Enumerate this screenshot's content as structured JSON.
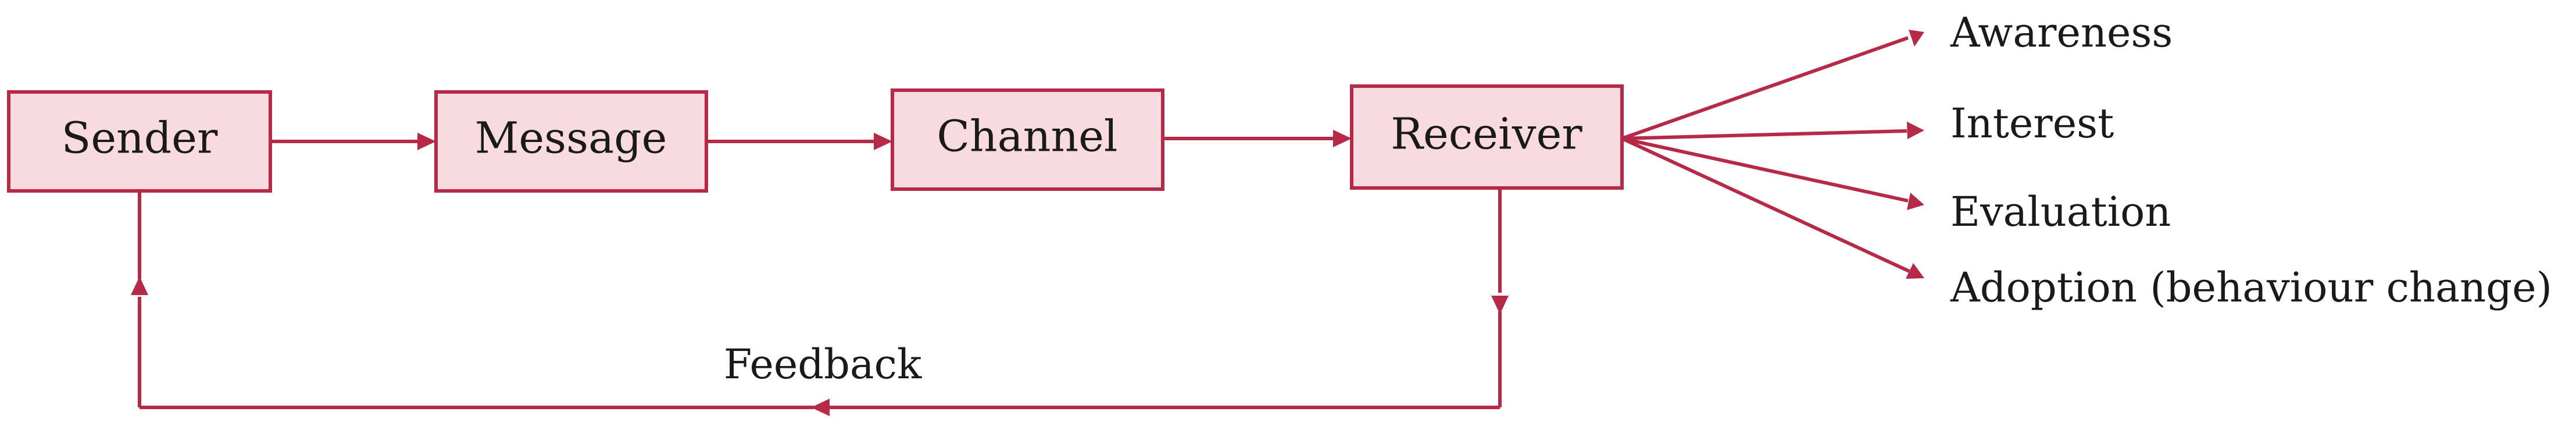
{
  "diagram": {
    "boxes": {
      "sender": "Sender",
      "message": "Message",
      "channel": "Channel",
      "receiver": "Receiver"
    },
    "outcomes": [
      "Awareness",
      "Interest",
      "Evaluation",
      "Adoption (behaviour change)"
    ],
    "feedback_label": "Feedback"
  },
  "colors": {
    "stroke": "#b72a47",
    "box_fill": "#f7dbe0",
    "text": "#1a1a1a",
    "background": "#ffffff"
  }
}
